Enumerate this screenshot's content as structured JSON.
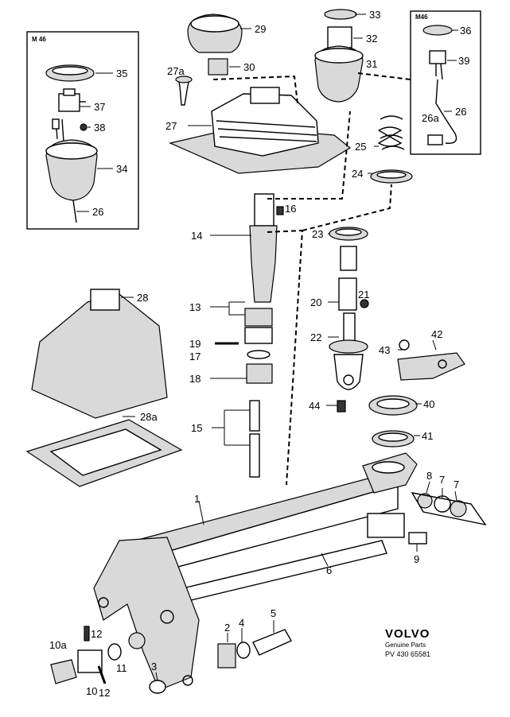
{
  "insets": {
    "left_title": "M 46",
    "right_title": "M46"
  },
  "brand": {
    "name": "VOLVO",
    "sub": "Genuine Parts",
    "code": "PV 430 65581"
  },
  "callouts": {
    "c1": "1",
    "c2": "2",
    "c3": "3",
    "c4": "4",
    "c5": "5",
    "c6": "6",
    "c7a": "7",
    "c7b": "7",
    "c8": "8",
    "c9": "9",
    "c10": "10",
    "c10a": "10a",
    "c11": "11",
    "c12a": "12",
    "c12b": "12",
    "c13": "13",
    "c14": "14",
    "c15": "15",
    "c16": "16",
    "c17": "17",
    "c18": "18",
    "c19": "19",
    "c20": "20",
    "c21": "21",
    "c22": "22",
    "c23": "23",
    "c24": "24",
    "c25": "25",
    "c26a": "26",
    "c26b": "26",
    "c26r": "26a",
    "c27": "27",
    "c27a": "27a",
    "c28": "28",
    "c28a": "28a",
    "c29": "29",
    "c30": "30",
    "c31": "31",
    "c32": "32",
    "c33": "33",
    "c34": "34",
    "c35": "35",
    "c36": "36",
    "c37": "37",
    "c38": "38",
    "c39": "39",
    "c40": "40",
    "c41": "41",
    "c42": "42",
    "c43": "43",
    "c44": "44"
  }
}
